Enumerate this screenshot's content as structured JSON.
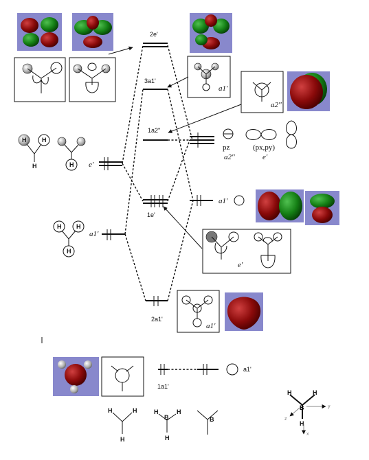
{
  "levels": {
    "e2": "2e'",
    "a3": "3a1'",
    "a2pp": "1a2''",
    "e1": "1e'",
    "a2": "2a1'",
    "a1": "1a1'"
  },
  "boron_orbitals": {
    "pz": "pz",
    "pz_sym": "a2''",
    "pxy": "(px,py)",
    "pxy_sym": "e'",
    "s_sym": "a1'"
  },
  "ligand_groups": {
    "e": "e'",
    "a": "a1'"
  },
  "box_labels": {
    "a1_top": "a1'",
    "a2pp": "a2''",
    "e_mid": "e'",
    "a1_low": "a1'"
  },
  "core_label": "a1'",
  "atoms": {
    "H": "H",
    "B": "B"
  },
  "axes": {
    "y": "y",
    "z": "z",
    "x": "x"
  },
  "colors": {
    "lobe_red": "#9a1010",
    "lobe_green": "#1b8a1b",
    "panel": "#8888cc"
  }
}
